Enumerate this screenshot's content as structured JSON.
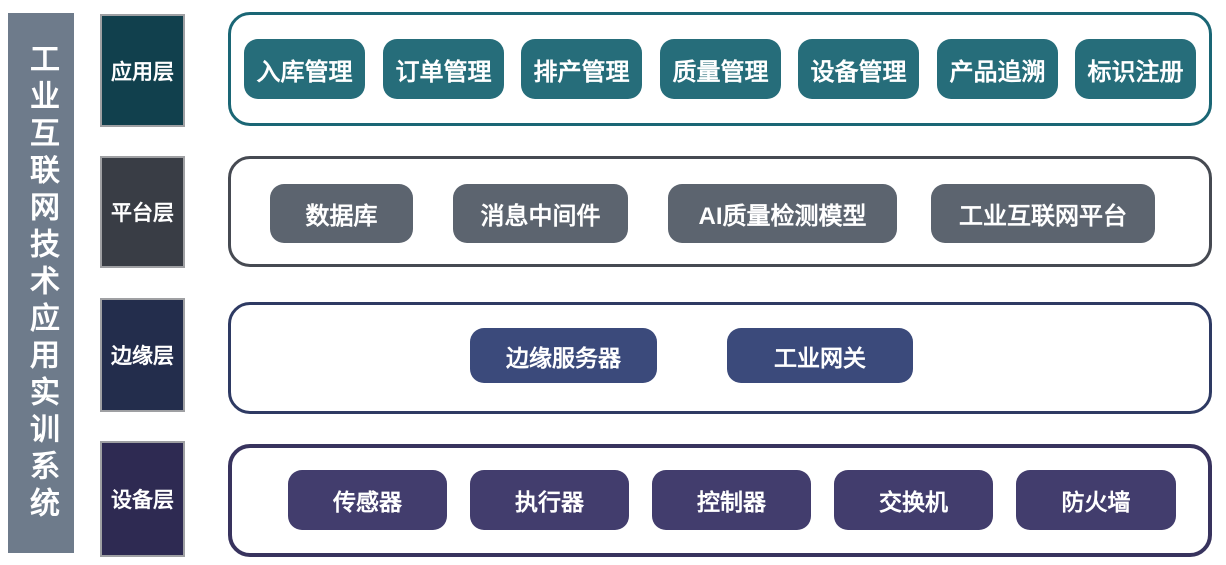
{
  "diagram_title": "工业互联网技术应用实训系统",
  "sidebar": {
    "bg_color": "#6e7b8b"
  },
  "layers": [
    {
      "label": "应用层",
      "label_bg": "#11404d",
      "container_border": "#1a6675",
      "item_bg": "#266d7a",
      "items": [
        "入库管理",
        "订单管理",
        "排产管理",
        "质量管理",
        "设备管理",
        "产品追溯",
        "标识注册"
      ]
    },
    {
      "label": "平台层",
      "label_bg": "#393d45",
      "container_border": "#464a52",
      "item_bg": "#5c646f",
      "items": [
        "数据库",
        "消息中间件",
        "AI质量检测模型",
        "工业互联网平台"
      ]
    },
    {
      "label": "边缘层",
      "label_bg": "#232d4c",
      "container_border": "#2e3a63",
      "item_bg": "#3b4a7b",
      "items": [
        "边缘服务器",
        "工业网关"
      ]
    },
    {
      "label": "设备层",
      "label_bg": "#2e2a52",
      "container_border": "#38335e",
      "item_bg": "#423d6d",
      "items": [
        "传感器",
        "执行器",
        "控制器",
        "交换机",
        "防火墙"
      ]
    }
  ],
  "text_color": "#ffffff"
}
